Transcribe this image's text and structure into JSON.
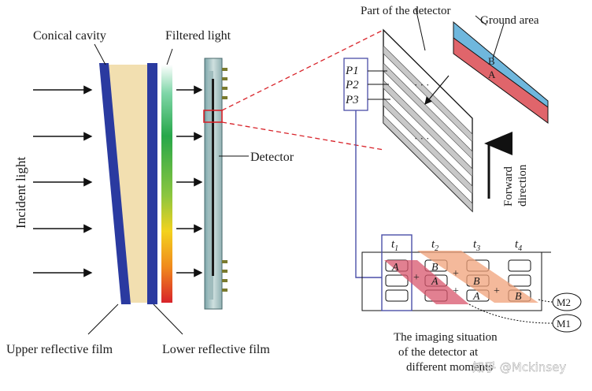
{
  "labels": {
    "conical_cavity": "Conical cavity",
    "filtered_light": "Filtered light",
    "part_of_detector": "Part of the detector",
    "ground_area": "Ground area",
    "incident_light": "Incident light",
    "detector": "Detector",
    "forward": "Forward",
    "direction": "direction",
    "upper_film": "Upper reflective film",
    "lower_film": "Lower reflective film",
    "caption_line1": "The imaging situation",
    "caption_line2": "of the detector at",
    "caption_line3": "different moments"
  },
  "rows": {
    "p1": "P1",
    "p2": "P2",
    "p3": "P3"
  },
  "ground_marks": {
    "b": "B",
    "a": "A"
  },
  "dots": "· · ·",
  "time_labels": {
    "t1": {
      "base": "t",
      "sub": "1"
    },
    "t2": {
      "base": "t",
      "sub": "2"
    },
    "t3": {
      "base": "t",
      "sub": "3"
    },
    "t4": {
      "base": "t",
      "sub": "4"
    }
  },
  "cells": {
    "a": "A",
    "b": "B",
    "plus": "+"
  },
  "markers": {
    "m1": "M1",
    "m2": "M2"
  },
  "watermark": "知乎 @Mckinsey",
  "colors": {
    "cavity_fill": "#f2dfb0",
    "film_blue": "#2a3aa0",
    "film_red": "#d8232a",
    "ground_blue": "#6fb7dd",
    "ground_red": "#e0656b",
    "frame_purple": "#4b4fa8",
    "band_pink": "#d8566c",
    "band_orange": "#f0a27a",
    "callout_red": "#d8232a"
  }
}
